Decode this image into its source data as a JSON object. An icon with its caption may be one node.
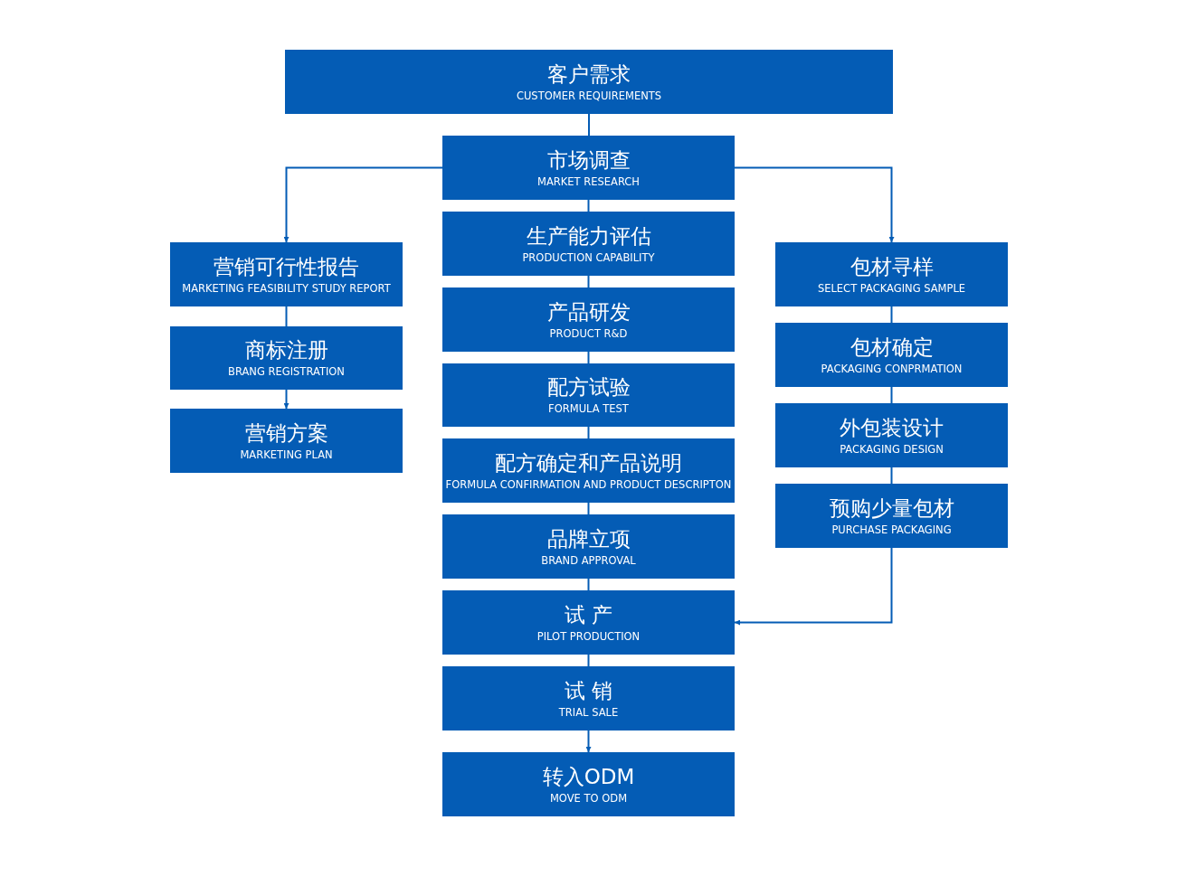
{
  "diagram": {
    "nodes": [
      {
        "text": [
          "客户需求",
          "CUSTOMER REQUIREMENTS"
        ]
      },
      {
        "text": [
          "市场调查",
          "MARKET RESEARCH"
        ]
      },
      {
        "text": [
          "生产能力评估",
          "PRODUCTION CAPABILITY"
        ]
      },
      {
        "text": [
          "产品研发",
          "PRODUCT R&D"
        ]
      },
      {
        "text": [
          "配方试验",
          "FORMULA TEST"
        ]
      },
      {
        "text": [
          "配方确定和产品说明",
          "FORMULA CONFIRMATION AND PRODUCT DESCRIPTON"
        ]
      },
      {
        "text": [
          "品牌立项",
          "BRAND APPROVAL"
        ]
      },
      {
        "text": [
          "试 产",
          "PILOT PRODUCTION"
        ]
      },
      {
        "text": [
          "试 销",
          "TRIAL SALE"
        ]
      },
      {
        "text": [
          "转入ODM",
          "MOVE TO ODM"
        ]
      },
      {
        "text": [
          "营销可行性报告",
          "MARKETING FEASIBILITY STUDY REPORT"
        ]
      },
      {
        "text": [
          "商标注册",
          "BRANG REGISTRATION"
        ]
      },
      {
        "text": [
          "营销方案",
          "MARKETING PLAN"
        ]
      },
      {
        "text": [
          "包材寻样",
          "SELECT PACKAGING SAMPLE"
        ]
      },
      {
        "text": [
          "包材确定",
          "PACKAGING CONPRMATION"
        ]
      },
      {
        "text": [
          "外包装设计",
          "PACKAGING DESIGN"
        ]
      },
      {
        "text": [
          "预购少量包材",
          "PURCHASE PACKAGING"
        ]
      }
    ],
    "edges": [
      {
        "from": 0,
        "to": 1,
        "arrow": "none"
      },
      {
        "from": 1,
        "to": 2,
        "arrow": "none"
      },
      {
        "from": 2,
        "to": 3,
        "arrow": "none"
      },
      {
        "from": 3,
        "to": 4,
        "arrow": "none"
      },
      {
        "from": 4,
        "to": 5,
        "arrow": "none"
      },
      {
        "from": 5,
        "to": 6,
        "arrow": "none"
      },
      {
        "from": 6,
        "to": 7,
        "arrow": "none"
      },
      {
        "from": 7,
        "to": 8,
        "arrow": "none"
      },
      {
        "from": 8,
        "to": 9,
        "arrow": "to"
      },
      {
        "from": 1,
        "to": 10,
        "arrow": "to"
      },
      {
        "from": 1,
        "to": 13,
        "arrow": "to"
      },
      {
        "from": 10,
        "to": 11,
        "arrow": "none"
      },
      {
        "from": 11,
        "to": 12,
        "arrow": "to"
      },
      {
        "from": 13,
        "to": 14,
        "arrow": "none"
      },
      {
        "from": 14,
        "to": 15,
        "arrow": "none"
      },
      {
        "from": 15,
        "to": 16,
        "arrow": "none"
      },
      {
        "from": 16,
        "to": 7,
        "arrow": "to"
      }
    ]
  }
}
